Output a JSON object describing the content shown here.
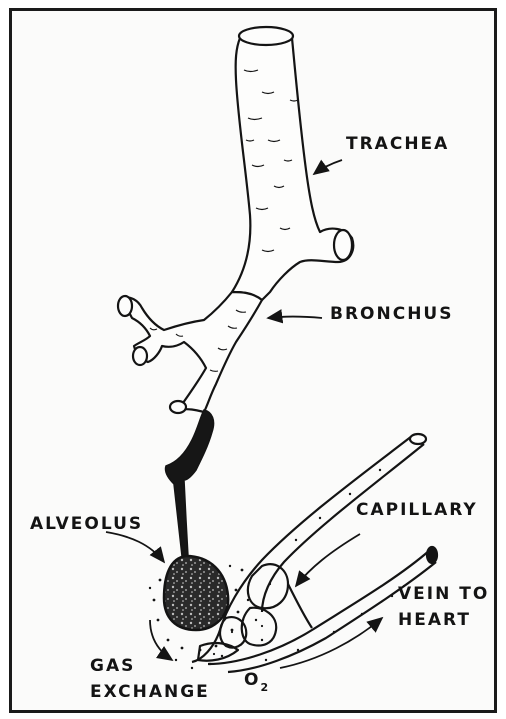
{
  "labels": {
    "trachea": "TRACHEA",
    "bronchus": "BRONCHUS",
    "capillary": "CAPILLARY",
    "alveolus": "ALVEOLUS",
    "vein_to_heart_line1": "VEIN TO",
    "vein_to_heart_line2": "HEART",
    "gas_exchange_line1": "GAS",
    "gas_exchange_line2": "EXCHANGE",
    "oxygen_symbol": "O",
    "oxygen_subscript": "2"
  },
  "colors": {
    "ink": "#141414",
    "paper": "#fbfbfa"
  }
}
